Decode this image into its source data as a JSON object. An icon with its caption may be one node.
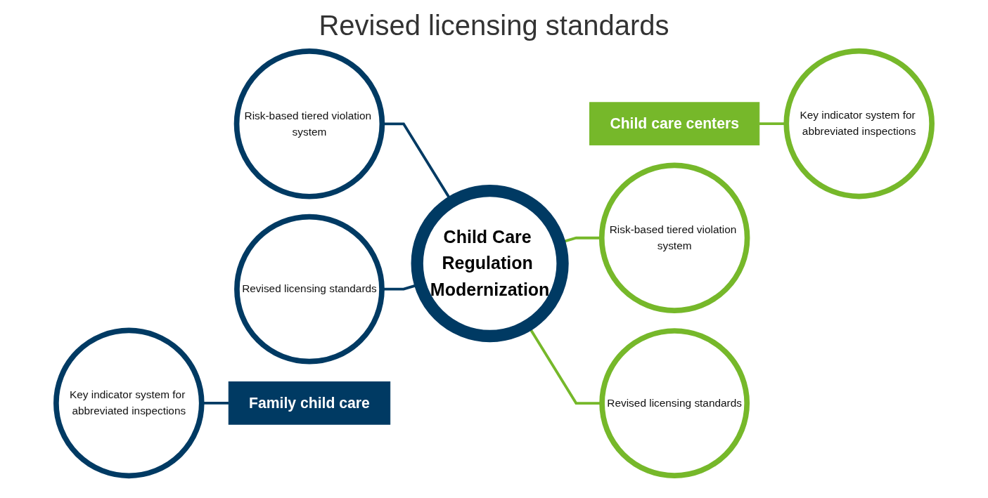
{
  "diagram": {
    "title": "Revised licensing standards",
    "nodes": [
      {
        "text": [
          "Child Care Regulation Modernization"
        ]
      },
      {
        "text": [
          "Family child care"
        ]
      },
      {
        "text": [
          "Child care centers"
        ]
      },
      {
        "text": [
          "Risk-based tiered violation system"
        ]
      },
      {
        "text": [
          "Key indicator system for abbreviated inspections"
        ]
      },
      {
        "text": [
          "Revised licensing standards"
        ]
      },
      {
        "text": [
          "Risk-based tiered violation system"
        ]
      },
      {
        "text": [
          "Key indicator system for abbreviated inspections"
        ]
      },
      {
        "text": [
          "Revised licensing standards"
        ]
      }
    ],
    "edges": [
      {
        "from": 3,
        "to": 0,
        "arrow": "none",
        "color": "#003a63"
      },
      {
        "from": 4,
        "to": 1,
        "arrow": "none",
        "color": "#003a63"
      },
      {
        "from": 5,
        "to": 0,
        "arrow": "none",
        "color": "#003a63"
      },
      {
        "from": 0,
        "to": 6,
        "arrow": "none",
        "color": "#76b82a"
      },
      {
        "from": 2,
        "to": 7,
        "arrow": "none",
        "color": "#76b82a"
      },
      {
        "from": 0,
        "to": 8,
        "arrow": "none",
        "color": "#76b82a"
      }
    ]
  }
}
